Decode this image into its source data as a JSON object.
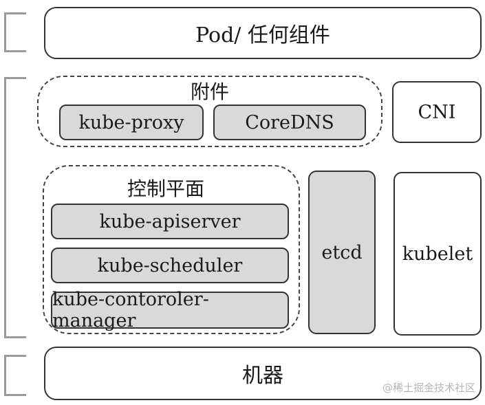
{
  "layers": {
    "pod": "Pod/ 任何组件",
    "addons": {
      "title": "附件",
      "items": [
        "kube-proxy",
        "CoreDNS"
      ]
    },
    "cni": "CNI",
    "control_plane": {
      "title": "控制平面",
      "items": [
        "kube-apiserver",
        "kube-scheduler",
        "kube-contoroler-manager"
      ]
    },
    "etcd": "etcd",
    "kubelet": "kubelet",
    "machine": "机器"
  },
  "watermark": "@稀土掘金技术社区"
}
